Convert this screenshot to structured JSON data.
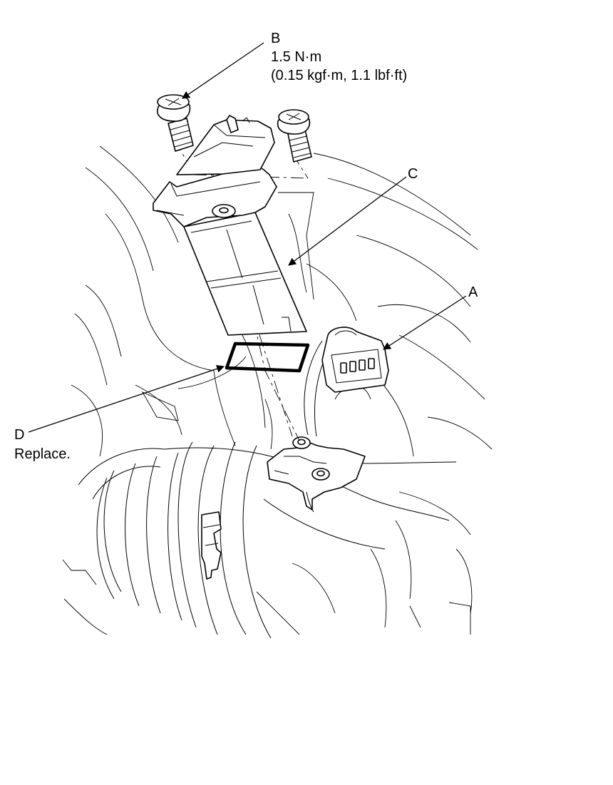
{
  "callouts": {
    "A": {
      "letter": "A"
    },
    "B": {
      "letter": "B",
      "torque": "1.5 N·m",
      "torque_alt": "(0.15 kgf·m, 1.1 lbf·ft)"
    },
    "C": {
      "letter": "C"
    },
    "D": {
      "letter": "D",
      "note": "Replace."
    }
  },
  "colors": {
    "ink": "#000000",
    "paper": "#ffffff"
  }
}
